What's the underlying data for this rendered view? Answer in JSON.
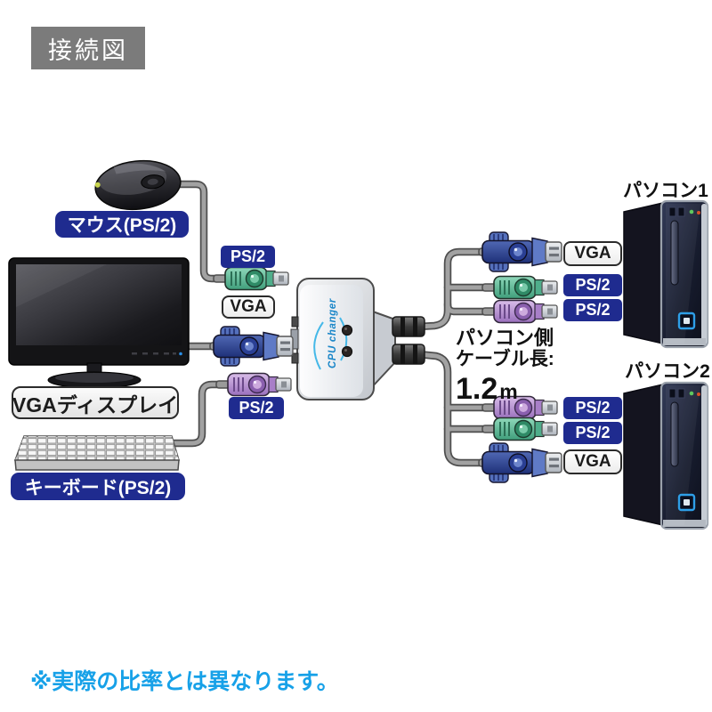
{
  "header": {
    "title": "接続図"
  },
  "devices": {
    "mouse": {
      "label": "マウス(PS/2)",
      "port": "PS/2"
    },
    "display": {
      "label": "VGAディスプレイ",
      "port": "VGA"
    },
    "keyboard": {
      "label": "キーボード(PS/2)",
      "port": "PS/2"
    },
    "kvm": {
      "brand": "CPU changer"
    },
    "pc1": {
      "label": "パソコン1",
      "ports": [
        "VGA",
        "PS/2",
        "PS/2"
      ]
    },
    "pc2": {
      "label": "パソコン2",
      "ports": [
        "PS/2",
        "PS/2",
        "VGA"
      ]
    }
  },
  "cable_note": {
    "line1": "パソコン側",
    "line2": "ケーブル長:",
    "value": "1.2",
    "unit": "m"
  },
  "footnote": "※実際の比率とは異なります。",
  "colors": {
    "header_gray": "#7b7b7b",
    "label_navy": "#1f2b8f",
    "tag_border": "#2b2b2b",
    "footnote_blue": "#17a1e8",
    "kvm_brand_blue": "#1a86c8",
    "ps2_mouse_green": "#5cbc98",
    "ps2_keyboard_purple": "#b48cc8",
    "vga_connector_blue": "#35509f",
    "cable_gray": "#9a9a9a"
  }
}
